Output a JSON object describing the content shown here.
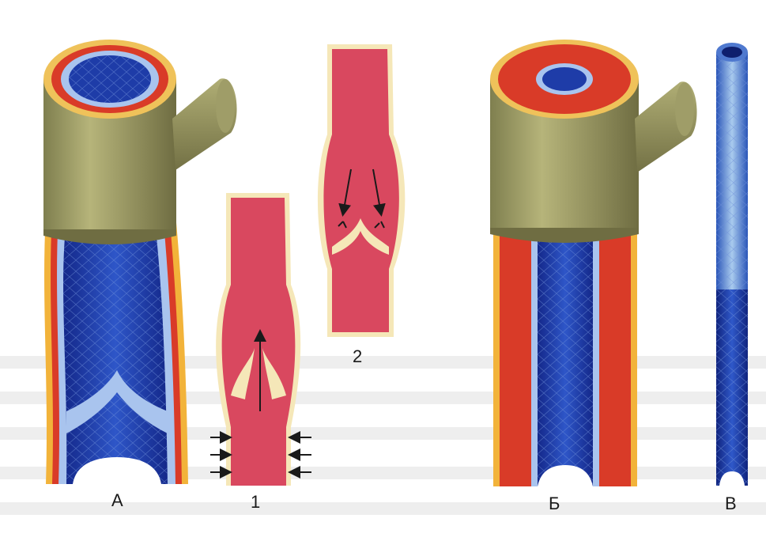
{
  "labels": {
    "a": "А",
    "one": "1",
    "two": "2",
    "b": "Б",
    "v": "В"
  },
  "colors": {
    "vein_blue": "#1f3fae",
    "artery_red": "#d93b28",
    "outer_yellow": "#f2b33a",
    "sheath_olive": "#9a9a62",
    "blood_pink": "#d9485f",
    "valve_cream": "#f5e7b8",
    "capillary_light": "#9fc3ea"
  }
}
